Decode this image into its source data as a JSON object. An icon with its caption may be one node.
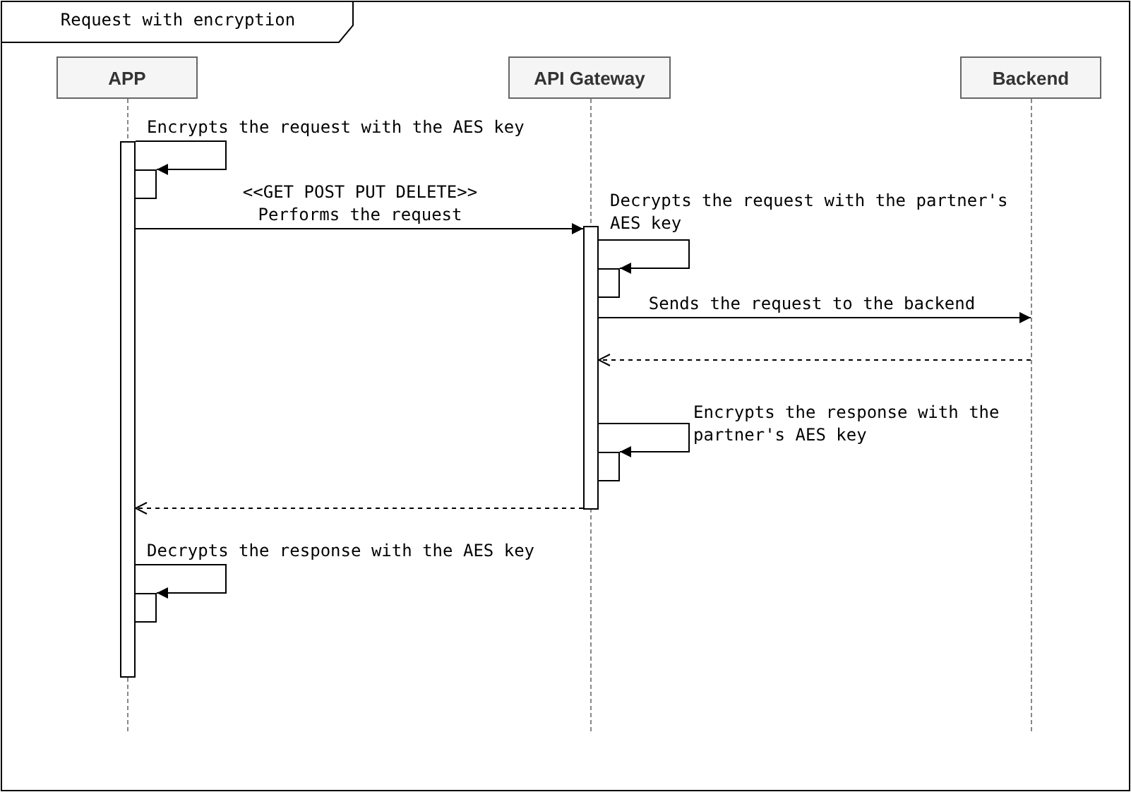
{
  "diagram": {
    "title": "Request with encryption",
    "nodes": [
      {
        "text": [
          "APP"
        ]
      },
      {
        "text": [
          "API Gateway"
        ]
      },
      {
        "text": [
          "Backend"
        ]
      },
      {
        "text": [],
        "shape": "line"
      },
      {
        "text": [],
        "shape": "line"
      },
      {
        "text": [],
        "shape": "line"
      },
      {
        "text": [],
        "shape": "bar"
      },
      {
        "text": [],
        "shape": "bar"
      },
      {
        "text": [],
        "shape": "bar"
      },
      {
        "text": [],
        "shape": "bar"
      },
      {
        "text": [],
        "shape": "bar"
      },
      {
        "text": [],
        "shape": "bar"
      }
    ],
    "edges": [
      {
        "from": 6,
        "to": 7,
        "arrow": "to",
        "label": "Encrypts the request with the AES key"
      },
      {
        "from": 6,
        "to": 8,
        "arrow": "to",
        "label": "<<GET POST PUT DELETE>> Performs the request"
      },
      {
        "from": 8,
        "to": 9,
        "arrow": "to",
        "label": "Decrypts the request with the partner's AES key"
      },
      {
        "from": 8,
        "to": 5,
        "arrow": "to",
        "label": "Sends the request to the backend"
      },
      {
        "from": 5,
        "to": 8,
        "arrow": "to",
        "style": "dashed"
      },
      {
        "from": 8,
        "to": 10,
        "arrow": "to",
        "label": "Encrypts the response with the partner's AES key"
      },
      {
        "from": 8,
        "to": 6,
        "arrow": "to",
        "style": "dashed"
      },
      {
        "from": 6,
        "to": 11,
        "arrow": "to",
        "label": "Decrypts the response with the AES key"
      }
    ]
  }
}
